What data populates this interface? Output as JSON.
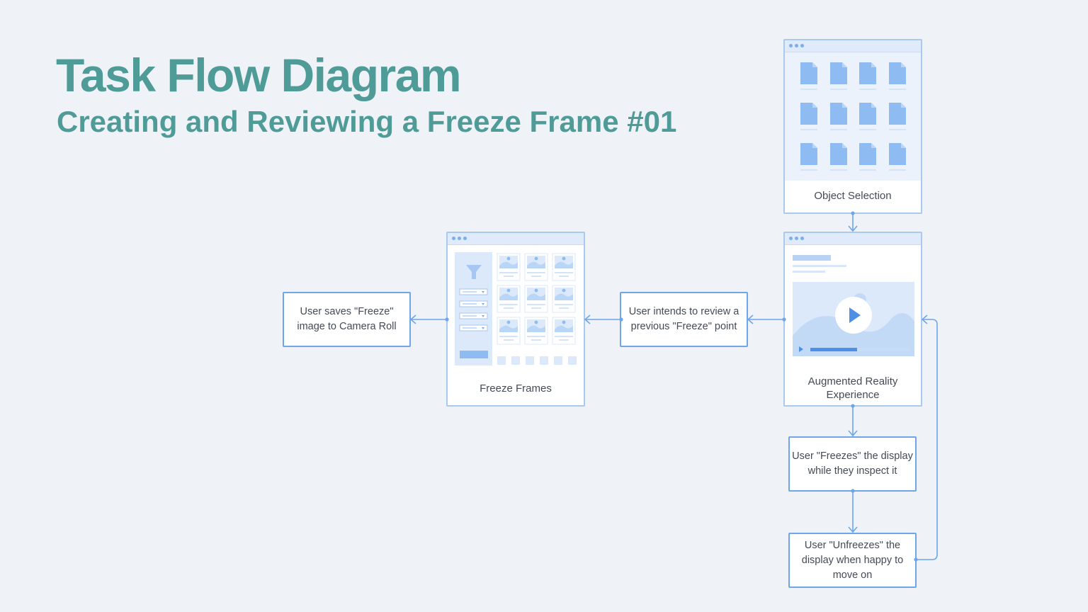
{
  "header": {
    "title": "Task Flow Diagram",
    "subtitle": "Creating and Reviewing a Freeze Frame #01"
  },
  "screens": {
    "object_selection": {
      "caption": "Object Selection"
    },
    "ar_experience": {
      "caption": "Augmented Reality\nExperience"
    },
    "freeze_frames": {
      "caption": "Freeze Frames"
    }
  },
  "steps": {
    "save_to_camera_roll": "User saves \"Freeze\"\nimage to Camera Roll",
    "review_previous": "User intends to review a\nprevious \"Freeze\" point",
    "freeze_display": "User \"Freezes\" the display\nwhile they inspect it",
    "unfreeze_display": "User \"Unfreezes\" the\ndisplay when happy to\nmove on"
  },
  "icons": {
    "file": "file-icon",
    "play": "play-icon",
    "filter": "filter-icon",
    "image": "image-thumbnail-icon"
  },
  "colors": {
    "title": "#4f9b98",
    "connector": "#6fa5ea",
    "accent": "#6fa5ea",
    "screen_border": "#a9c9ee",
    "background": "#eff3f7"
  }
}
